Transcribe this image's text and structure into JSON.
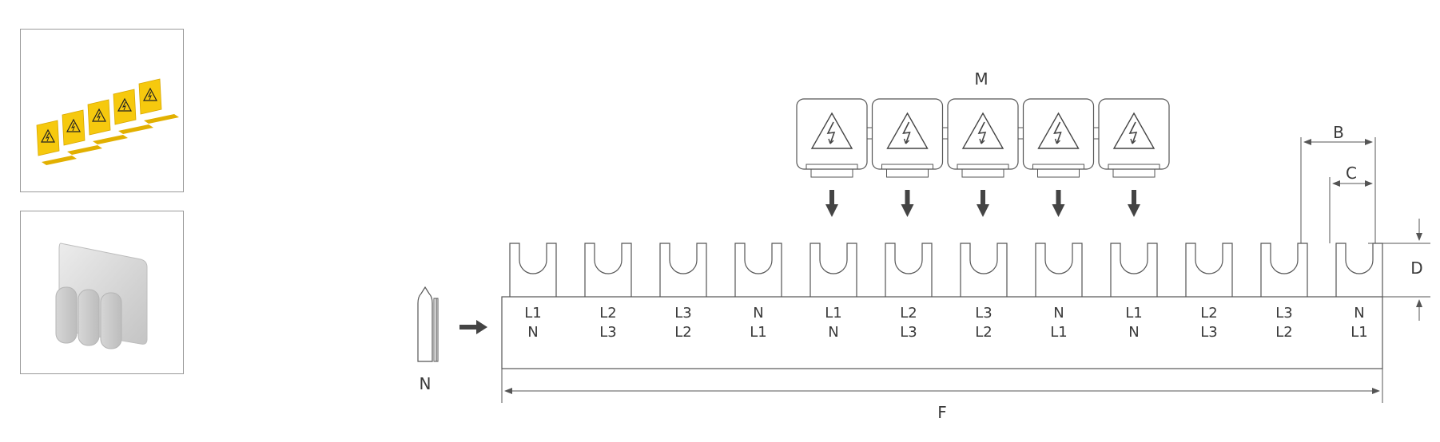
{
  "thumbnails": [
    {
      "name": "yellow-shroud-strip-photo",
      "icon": "warning-cover-strip-icon",
      "color": "#f6c90e"
    },
    {
      "name": "grey-end-cap-photo",
      "icon": "end-cap-icon",
      "color": "#d8d8d8"
    }
  ],
  "diagram": {
    "top_labels": [
      "L1",
      "L2",
      "L3",
      "N",
      "L1",
      "L2",
      "L3",
      "N",
      "L1",
      "L2",
      "L3",
      "N"
    ],
    "bottom_labels": [
      "N",
      "L3",
      "L2",
      "L1",
      "N",
      "L3",
      "L2",
      "L1",
      "N",
      "L3",
      "L2",
      "L1"
    ],
    "cover_count": 5,
    "cover_icon": "high-voltage-warning-icon",
    "dim_labels": {
      "M": "M",
      "B": "B",
      "C": "C",
      "D": "D",
      "F": "F",
      "N": "N"
    },
    "line_color": "#555555",
    "arrow_color": "#444444"
  }
}
